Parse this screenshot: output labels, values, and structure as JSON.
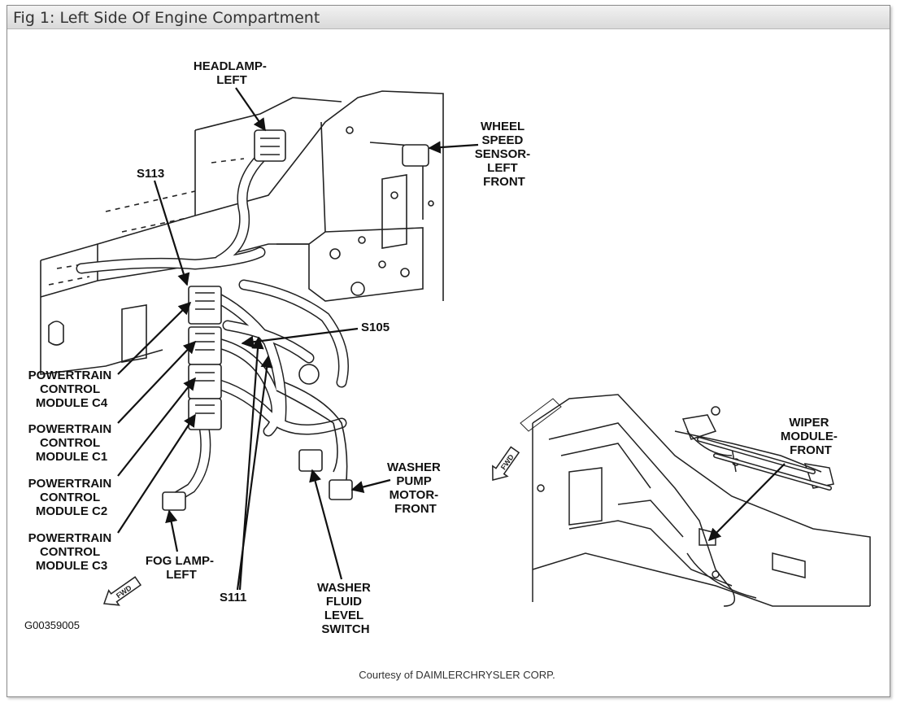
{
  "figure": {
    "title": "Fig 1: Left Side Of Engine Compartment",
    "credit": "Courtesy of DAIMLERCHRYSLER CORP.",
    "code": "G00359005",
    "fwd": "FWD"
  },
  "labels": {
    "headlamp": [
      "HEADLAMP-",
      "LEFT"
    ],
    "wheel_speed": [
      "WHEEL",
      "SPEED",
      "SENSOR-",
      "LEFT",
      "FRONT"
    ],
    "s113": "S113",
    "s105": "S105",
    "s111": "S111",
    "pcm_c4": [
      "POWERTRAIN",
      "CONTROL",
      "MODULE C4"
    ],
    "pcm_c1": [
      "POWERTRAIN",
      "CONTROL",
      "MODULE C1"
    ],
    "pcm_c2": [
      "POWERTRAIN",
      "CONTROL",
      "MODULE C2"
    ],
    "pcm_c3": [
      "POWERTRAIN",
      "CONTROL",
      "MODULE C3"
    ],
    "fog_lamp": [
      "FOG LAMP-",
      "LEFT"
    ],
    "washer_pump": [
      "WASHER",
      "PUMP",
      "MOTOR-",
      "FRONT"
    ],
    "washer_fluid": [
      "WASHER",
      "FLUID",
      "LEVEL",
      "SWITCH"
    ],
    "wiper": [
      "WIPER",
      "MODULE-",
      "FRONT"
    ]
  }
}
